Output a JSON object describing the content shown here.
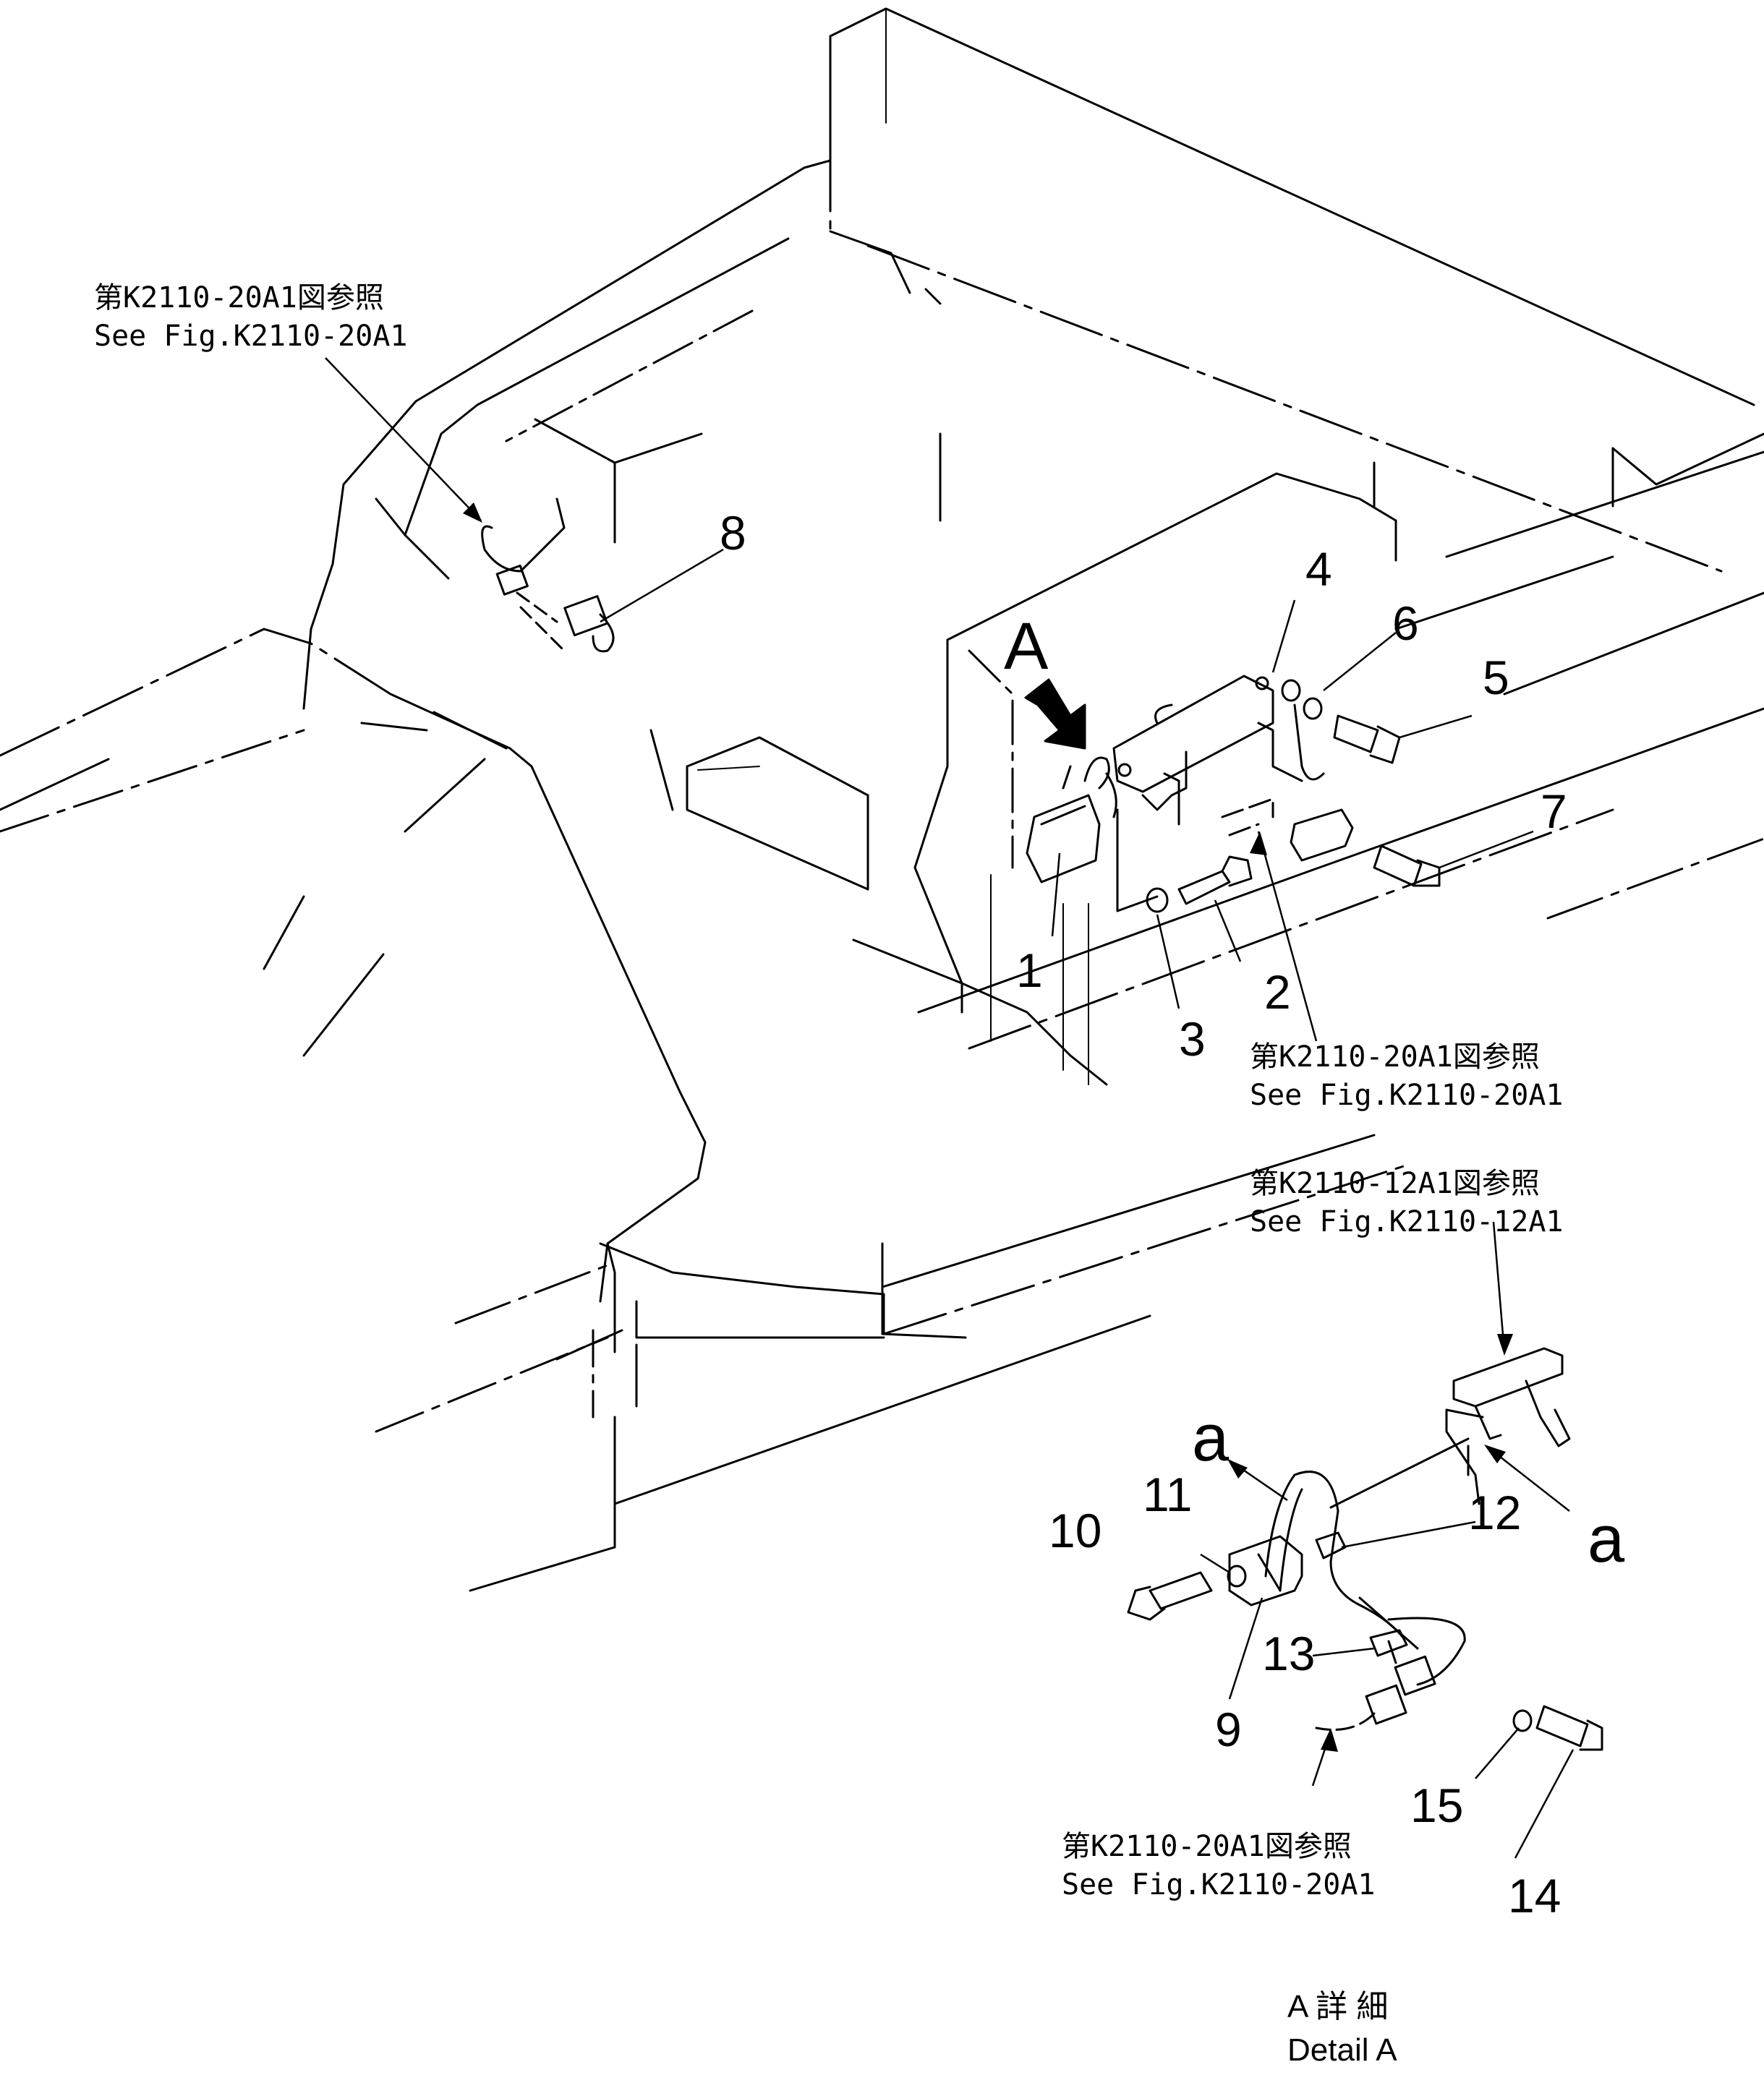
{
  "view_letter": "A",
  "notes": [
    {
      "jp": "第K2110-20A1図参照",
      "en": "See Fig.K2110-20A1"
    },
    {
      "jp": "第K2110-20A1図参照",
      "en": "See Fig.K2110-20A1"
    },
    {
      "jp": "第K2110-12A1図参照",
      "en": "See Fig.K2110-12A1"
    },
    {
      "jp": "第K2110-20A1図参照",
      "en": "See Fig.K2110-20A1"
    }
  ],
  "part_numbers": [
    "1",
    "2",
    "3",
    "4",
    "5",
    "6",
    "7",
    "8",
    "9",
    "10",
    "11",
    "12",
    "13",
    "14",
    "15"
  ],
  "connection_markers": [
    "a",
    "a"
  ],
  "detail_caption": {
    "jp": "A 詳 細",
    "en": "Detail A"
  }
}
